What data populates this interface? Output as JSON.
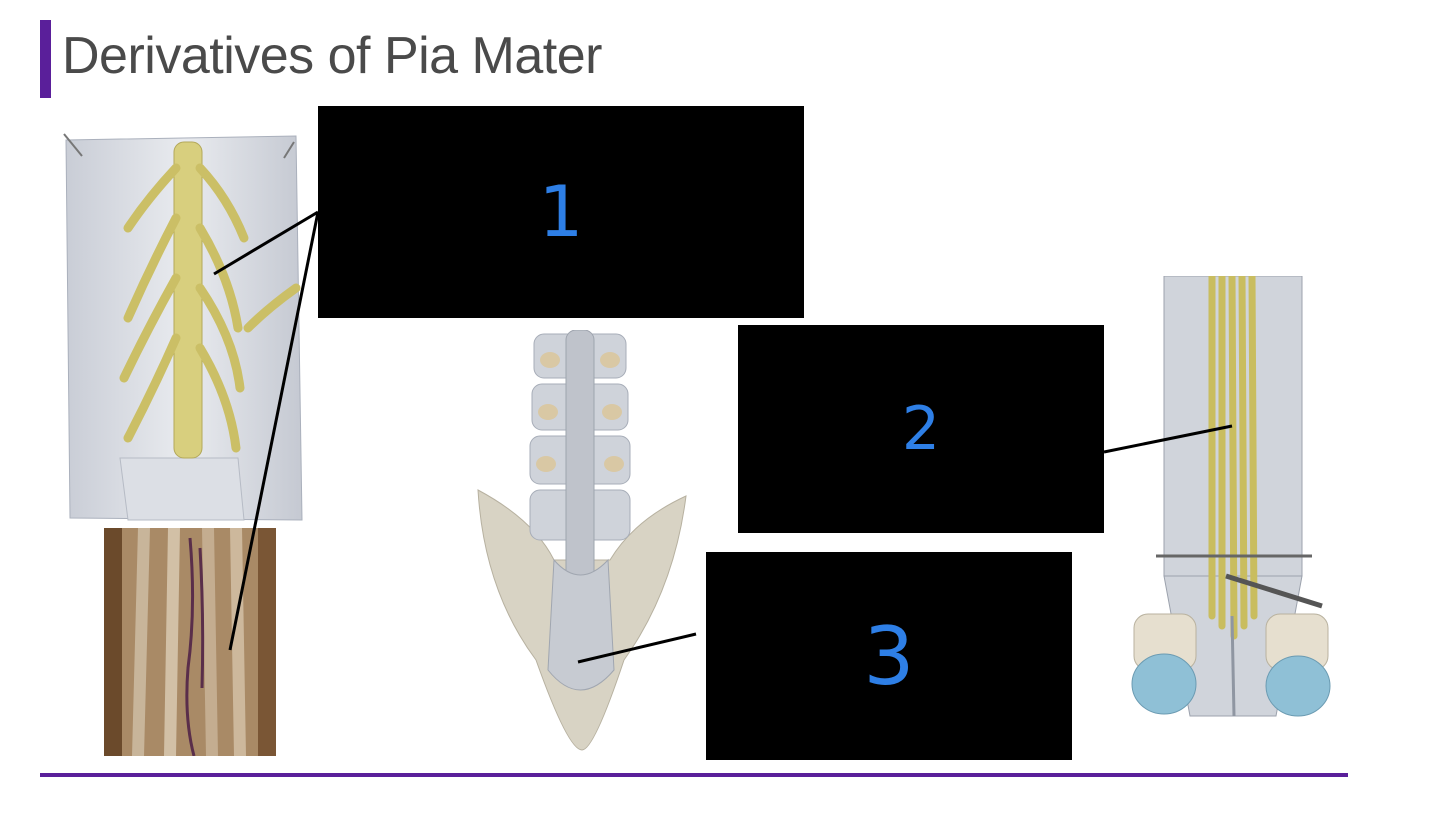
{
  "slide": {
    "title": "Derivatives of Pia Mater",
    "accent_color": "#5a1f9a"
  },
  "label_boxes": [
    {
      "number": "1",
      "text_color": "#2e7fe6"
    },
    {
      "number": "2",
      "text_color": "#2e7fe6"
    },
    {
      "number": "3",
      "text_color": "#2e7fe6"
    }
  ],
  "images": [
    {
      "name": "spinal-cord-illustration-top-left"
    },
    {
      "name": "cadaver-spinal-cord-photo"
    },
    {
      "name": "sacrum-cauda-equina-illustration"
    },
    {
      "name": "spinal-canal-filum-illustration"
    }
  ]
}
